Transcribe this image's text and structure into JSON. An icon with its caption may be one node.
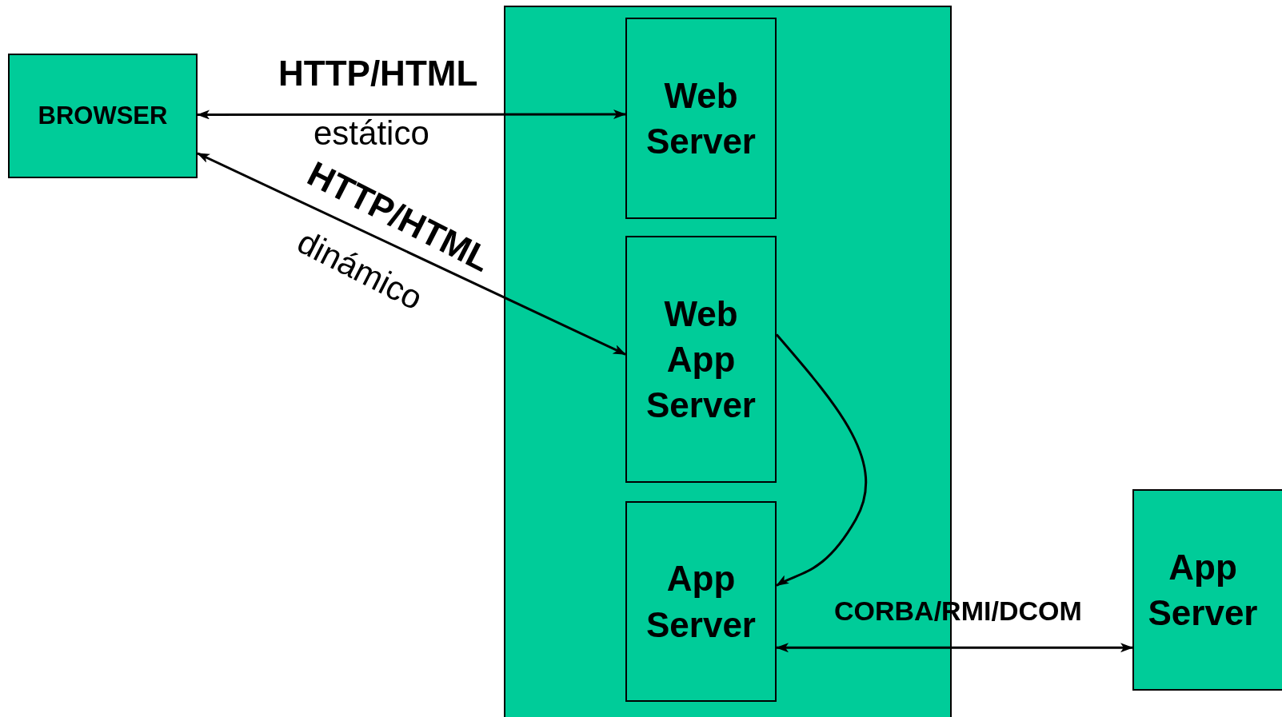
{
  "diagram": {
    "nodes": [
      {
        "text": [
          "BROWSER"
        ]
      },
      {
        "text": [],
        "shape": "box"
      },
      {
        "text": [
          "Web Server"
        ],
        "in": 1
      },
      {
        "text": [
          "Web App Server"
        ],
        "in": 1
      },
      {
        "text": [
          "App Server"
        ],
        "in": 1
      },
      {
        "text": [
          "App Server"
        ]
      }
    ],
    "edges": [
      {
        "from": 0,
        "to": 2,
        "arrow": "both",
        "label": "HTTP/HTML"
      },
      {
        "from": 0,
        "to": 3,
        "arrow": "both",
        "label": "HTTP/HTML"
      },
      {
        "from": 3,
        "to": 4,
        "arrow": "to"
      },
      {
        "from": 4,
        "to": 5,
        "arrow": "both",
        "label": "CORBA/RMI/DCOM"
      }
    ],
    "labels": [
      "estático",
      "dinámico"
    ]
  }
}
